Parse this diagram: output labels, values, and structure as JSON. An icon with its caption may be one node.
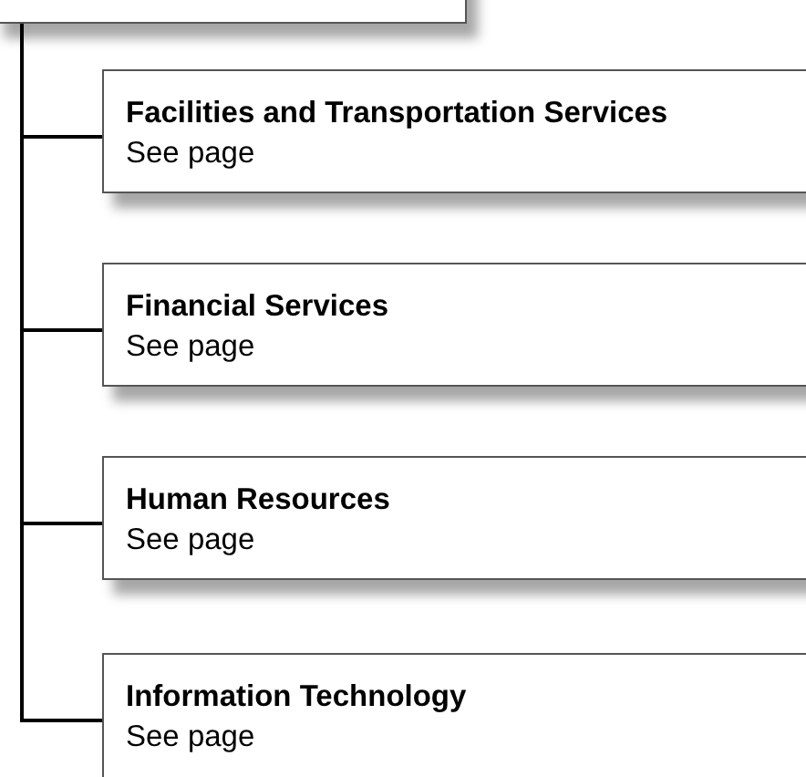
{
  "diagram": {
    "nodes": [
      {
        "text": [],
        "shape": "box"
      },
      {
        "text": [
          "Facilities and Transportation Services",
          "See page"
        ]
      },
      {
        "text": [
          "Financial Services",
          "See page"
        ]
      },
      {
        "text": [
          "Human Resources",
          "See page"
        ]
      },
      {
        "text": [
          "Information Technology",
          "See page"
        ]
      }
    ],
    "edges": [
      {
        "from": 0,
        "to": 1,
        "arrow": "none"
      },
      {
        "from": 0,
        "to": 2,
        "arrow": "none"
      },
      {
        "from": 0,
        "to": 3,
        "arrow": "none"
      },
      {
        "from": 0,
        "to": 4,
        "arrow": "none"
      }
    ]
  }
}
